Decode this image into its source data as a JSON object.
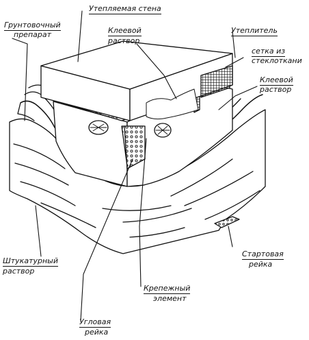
{
  "labels": {
    "insulated_wall": "Утепляемая стена",
    "primer_1": "Грунтовочный",
    "primer_2": "препарат",
    "glue_top_1": "Клеевой",
    "glue_top_2": "раствор",
    "insulation": "Утеплитель",
    "mesh_1": "сетка из",
    "mesh_2": "стеклоткани",
    "glue_right_1": "Клеевой",
    "glue_right_2": "раствор",
    "plaster_1": "Штукатурный",
    "plaster_2": "раствор",
    "start_rail_1": "Стартовая",
    "start_rail_2": "рейка",
    "fastener_1": "Крепежный",
    "fastener_2": "элемент",
    "corner_rail_1": "Угловая",
    "corner_rail_2": "рейка"
  }
}
